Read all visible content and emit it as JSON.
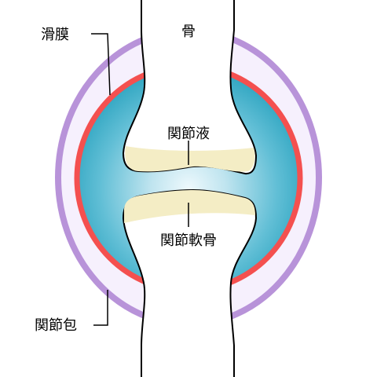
{
  "diagram": {
    "title": "",
    "labels": {
      "bone": "骨",
      "synovial_membrane": "滑膜",
      "synovial_fluid": "関節液",
      "articular_cartilage": "関節軟骨",
      "joint_capsule": "関節包"
    }
  },
  "colors": {
    "capsule": "#b893d9",
    "capsule_inner": "#f6f0fd",
    "synovium": "#f4504f",
    "fluid_center": "#e8f6fb",
    "fluid_edge": "#2ba3bf",
    "cartilage": "#f4edc5",
    "bone": "#ffffff",
    "outline": "#000000"
  },
  "icons": []
}
